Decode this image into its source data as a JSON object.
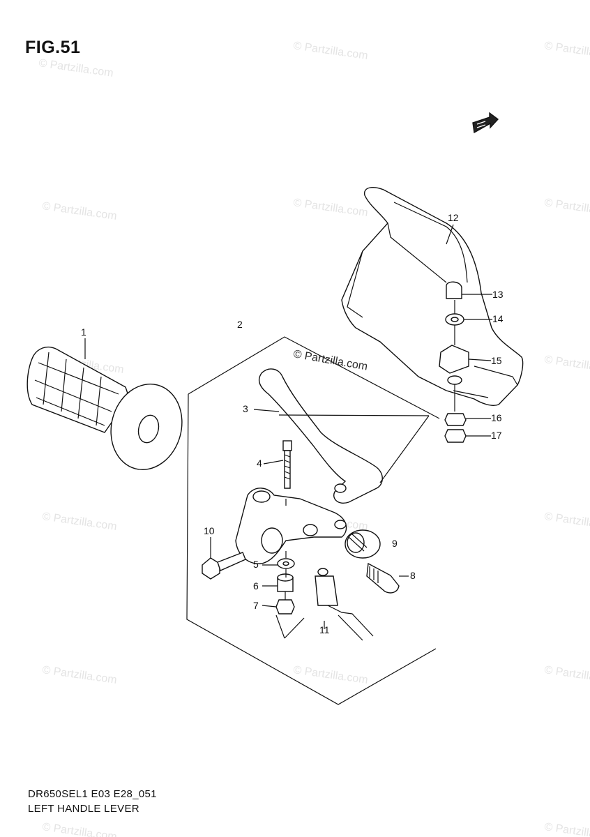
{
  "figure": {
    "title": "FIG.51",
    "model_code": "DR650SEL1 E03 E28_051",
    "part_name": "LEFT HANDLE LEVER"
  },
  "watermark_text": "© Partzilla.com",
  "fwd_icon": "forward-arrow-icon",
  "callouts": [
    "1",
    "2",
    "3",
    "4",
    "5",
    "6",
    "7",
    "8",
    "9",
    "10",
    "11",
    "12",
    "13",
    "14",
    "15",
    "16",
    "17"
  ]
}
